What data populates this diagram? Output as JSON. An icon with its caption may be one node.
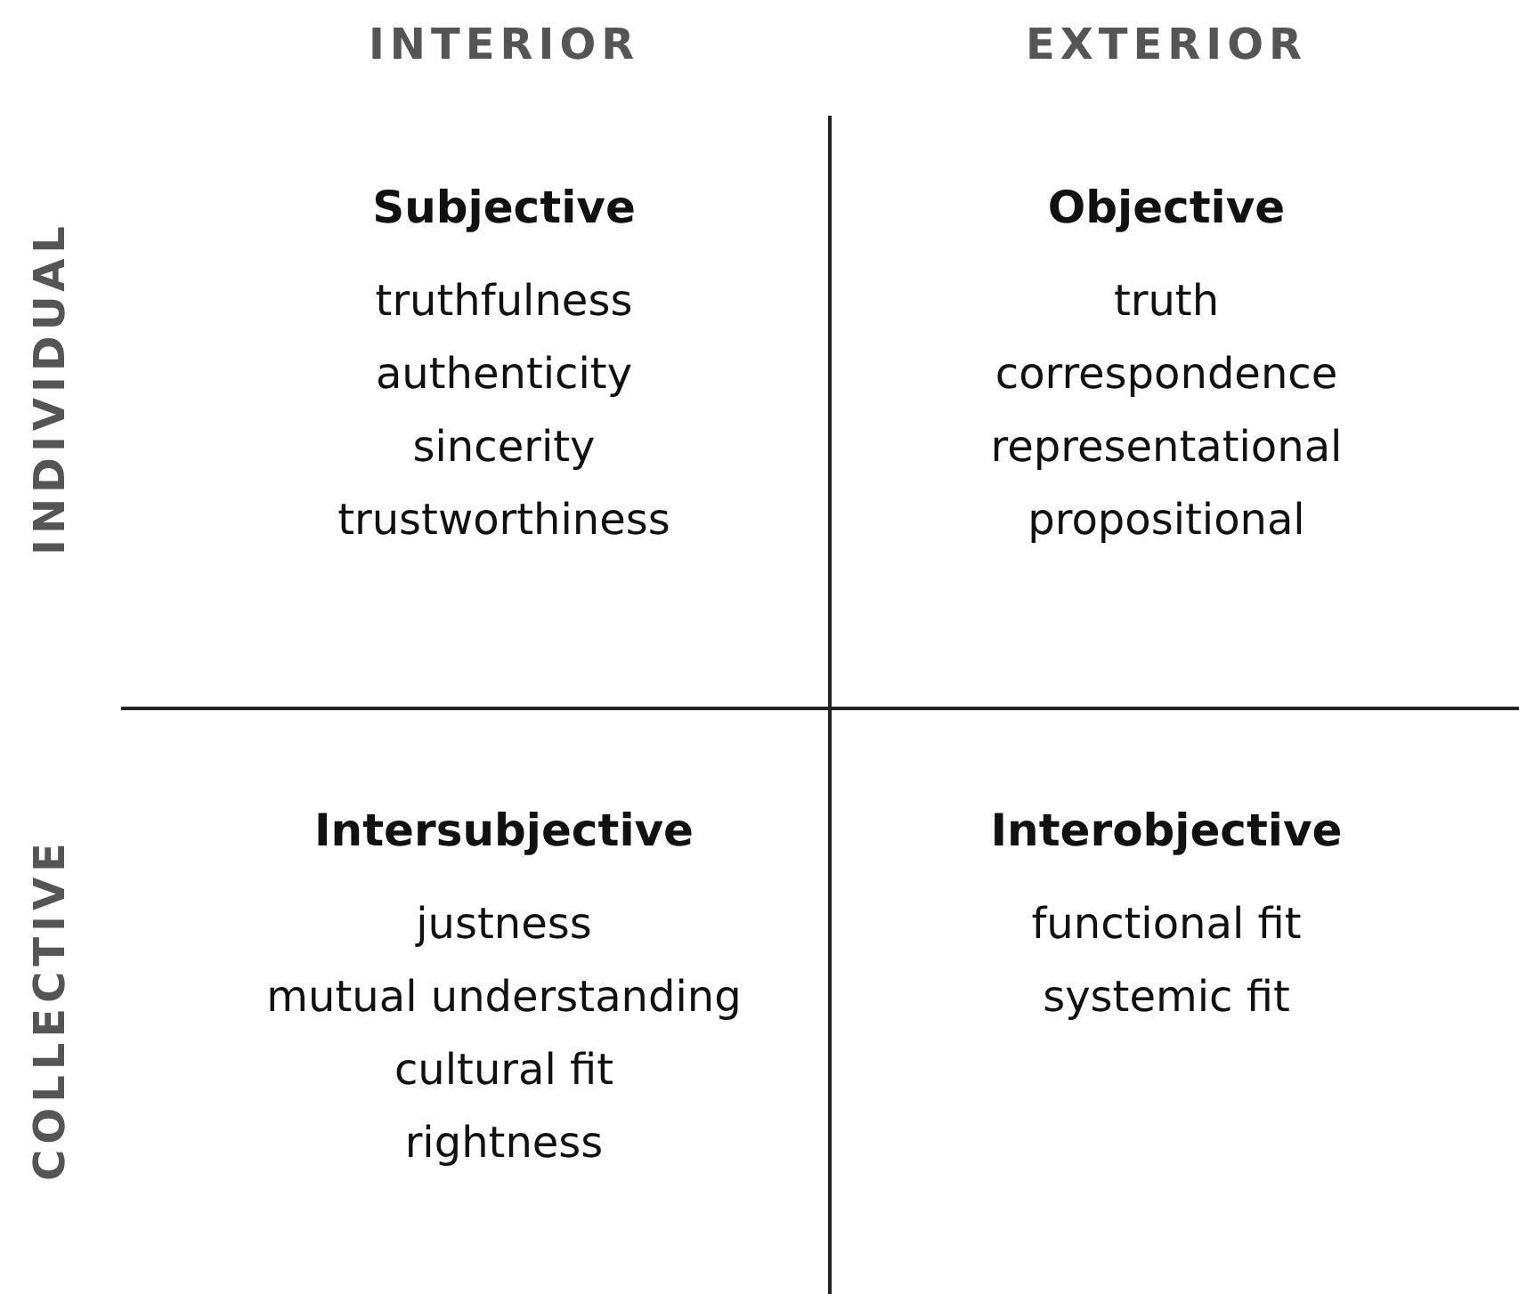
{
  "diagram": {
    "nodes": [
      {
        "text": [
          "Subjective",
          "truthfulness",
          "authenticity",
          "sincerity",
          "trustworthiness"
        ]
      },
      {
        "text": [
          "Objective",
          "truth",
          "correspondence",
          "representational",
          "propositional"
        ]
      },
      {
        "text": [
          "Intersubjective",
          "justness",
          "mutual understanding",
          "cultural fit",
          "rightness"
        ]
      },
      {
        "text": [
          "Interobjective",
          "functional fit",
          "systemic fit"
        ]
      }
    ],
    "edges": [],
    "labels": [
      "INTERIOR",
      "EXTERIOR",
      "INDIVIDUAL",
      "COLLECTIVE"
    ]
  }
}
